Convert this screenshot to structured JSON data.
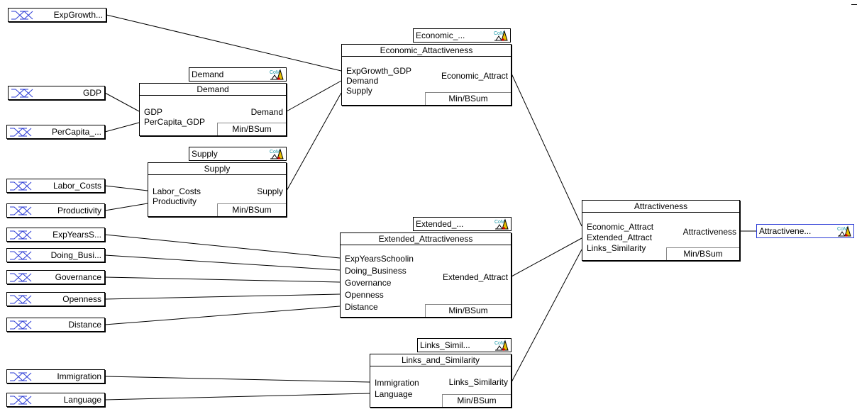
{
  "input_vars": [
    {
      "id": "expgrowth",
      "label": "ExpGrowth..."
    },
    {
      "id": "gdp",
      "label": "GDP"
    },
    {
      "id": "percapita",
      "label": "PerCapita_..."
    },
    {
      "id": "labor",
      "label": "Labor_Costs"
    },
    {
      "id": "productivity",
      "label": "Productivity"
    },
    {
      "id": "expyears",
      "label": "ExpYearsS..."
    },
    {
      "id": "doing",
      "label": "Doing_Busi..."
    },
    {
      "id": "governance",
      "label": "Governance"
    },
    {
      "id": "openness",
      "label": "Openness"
    },
    {
      "id": "distance",
      "label": "Distance"
    },
    {
      "id": "immigration",
      "label": "Immigration"
    },
    {
      "id": "language",
      "label": "Language"
    }
  ],
  "rule_blocks": {
    "economic": {
      "tag": "Economic_...",
      "title": "Economic_Attactiveness",
      "inputs": [
        "ExpGrowth_GDP",
        "Demand",
        "Supply"
      ],
      "output": "Economic_Attract",
      "method": "Min/BSum"
    },
    "demand": {
      "tag": "Demand",
      "title": "Demand",
      "inputs": [
        "GDP",
        "PerCapita_GDP"
      ],
      "output": "Demand",
      "method": "Min/BSum"
    },
    "supply": {
      "tag": "Supply",
      "title": "Supply",
      "inputs": [
        "Labor_Costs",
        "Productivity"
      ],
      "output": "Supply",
      "method": "Min/BSum"
    },
    "extended": {
      "tag": "Extended_...",
      "title": "Extended_Attractiveness",
      "inputs": [
        "ExpYearsSchoolin",
        "Doing_Business",
        "Governance",
        "Openness",
        "Distance"
      ],
      "output": "Extended_Attract",
      "method": "Min/BSum"
    },
    "links": {
      "tag": "Links_Simil...",
      "title": "Links_and_Similarity",
      "inputs": [
        "Immigration",
        "Language"
      ],
      "output": "Links_Similarity",
      "method": "Min/BSum"
    },
    "attractiveness": {
      "title": "Attractiveness",
      "inputs": [
        "Economic_Attract",
        "Extended_Attract",
        "Links_Similarity"
      ],
      "output": "Attractiveness",
      "method": "Min/BSum"
    }
  },
  "output_var": {
    "label": "Attractivene..."
  },
  "com_icon_text": "CoM",
  "colors": {
    "wire": "#000000",
    "mf_blue": "#2b3bd6",
    "output_border": "#2b3bd6",
    "com_text": "#1a9aa8",
    "com_triangle": "#e8c000",
    "com_marker": "#d00000"
  }
}
